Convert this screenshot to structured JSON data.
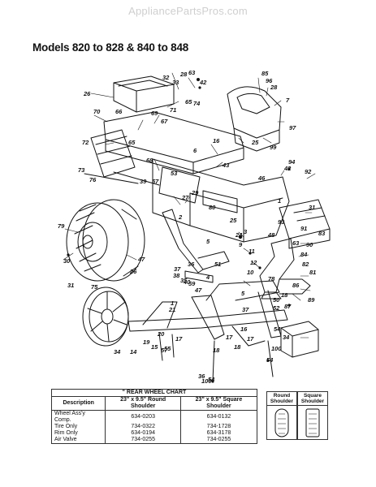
{
  "header": {
    "watermark": "AppliancePartsPros.com"
  },
  "diagram": {
    "title": "Models 820 to 828 & 840 to 848",
    "callouts": [
      "26",
      "32",
      "28",
      "63",
      "42",
      "33",
      "74",
      "70",
      "66",
      "71",
      "65",
      "69",
      "67",
      "73",
      "76",
      "72",
      "65",
      "68",
      "6",
      "43",
      "53",
      "57",
      "39",
      "75",
      "85",
      "96",
      "28",
      "7",
      "2",
      "97",
      "99",
      "25",
      "16",
      "46",
      "42",
      "94",
      "92",
      "31",
      "1",
      "27",
      "29",
      "79",
      "30",
      "47",
      "31",
      "26",
      "80",
      "25",
      "24",
      "9",
      "11",
      "12",
      "10",
      "3",
      "5",
      "36",
      "37",
      "38",
      "40",
      "4",
      "51",
      "48",
      "93",
      "91",
      "83",
      "63",
      "90",
      "84",
      "82",
      "81",
      "86",
      "89",
      "78",
      "18",
      "5",
      "37",
      "50",
      "52",
      "87",
      "54",
      "34",
      "100",
      "54",
      "17",
      "18",
      "35",
      "59",
      "21",
      "20",
      "19",
      "15",
      "55",
      "17",
      "18",
      "17",
      "16",
      "14",
      "57",
      "36",
      "100",
      "54",
      "34",
      "47",
      "1",
      "4"
    ]
  },
  "rear_wheel_chart": {
    "caption": "\" REAR WHEEL CHART",
    "columns": [
      "Description",
      "23\" x 9.5\" Round Shoulder",
      "23\" x 9.5\" Square Shoulder"
    ],
    "rows": [
      [
        "Wheel Ass'y Comp.",
        "634-0203",
        "634-0132"
      ],
      [
        "Tire Only",
        "734-0322",
        "734-1728"
      ],
      [
        "Rim Only",
        "634-0194",
        "634-3178"
      ],
      [
        "Air Valve",
        "734-0255",
        "734-0255"
      ]
    ]
  },
  "shoulder_legend": {
    "round": "Round Shoulder",
    "square": "Square Shoulder"
  }
}
